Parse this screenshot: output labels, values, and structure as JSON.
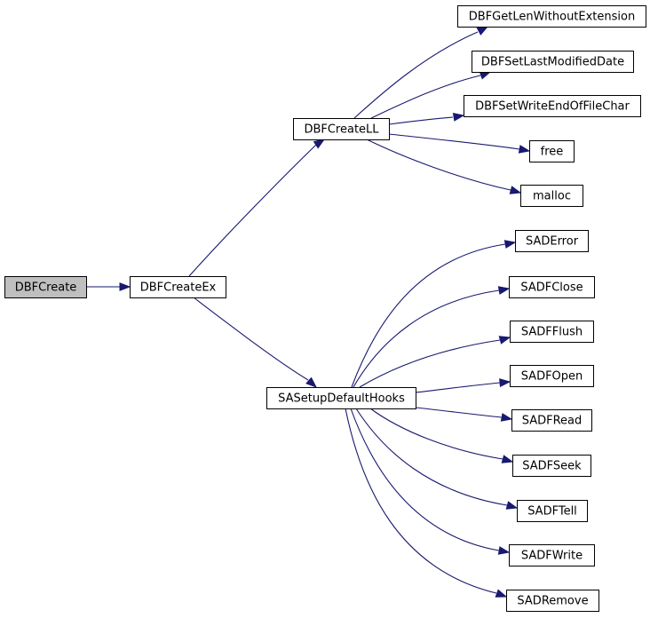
{
  "graph": {
    "nodes": [
      {
        "id": "DBFCreate",
        "label": "DBFCreate",
        "root": true
      },
      {
        "id": "DBFCreateEx",
        "label": "DBFCreateEx"
      },
      {
        "id": "DBFCreateLL",
        "label": "DBFCreateLL"
      },
      {
        "id": "SASetupDefaultHooks",
        "label": "SASetupDefaultHooks"
      },
      {
        "id": "DBFGetLenWithoutExtension",
        "label": "DBFGetLenWithoutExtension"
      },
      {
        "id": "DBFSetLastModifiedDate",
        "label": "DBFSetLastModifiedDate"
      },
      {
        "id": "DBFSetWriteEndOfFileChar",
        "label": "DBFSetWriteEndOfFileChar"
      },
      {
        "id": "free",
        "label": "free"
      },
      {
        "id": "malloc",
        "label": "malloc"
      },
      {
        "id": "SADError",
        "label": "SADError"
      },
      {
        "id": "SADFClose",
        "label": "SADFClose"
      },
      {
        "id": "SADFFlush",
        "label": "SADFFlush"
      },
      {
        "id": "SADFOpen",
        "label": "SADFOpen"
      },
      {
        "id": "SADFRead",
        "label": "SADFRead"
      },
      {
        "id": "SADFSeek",
        "label": "SADFSeek"
      },
      {
        "id": "SADFTell",
        "label": "SADFTell"
      },
      {
        "id": "SADFWrite",
        "label": "SADFWrite"
      },
      {
        "id": "SADRemove",
        "label": "SADRemove"
      }
    ],
    "edges": [
      [
        "DBFCreate",
        "DBFCreateEx"
      ],
      [
        "DBFCreateEx",
        "DBFCreateLL"
      ],
      [
        "DBFCreateEx",
        "SASetupDefaultHooks"
      ],
      [
        "DBFCreateLL",
        "DBFGetLenWithoutExtension"
      ],
      [
        "DBFCreateLL",
        "DBFSetLastModifiedDate"
      ],
      [
        "DBFCreateLL",
        "DBFSetWriteEndOfFileChar"
      ],
      [
        "DBFCreateLL",
        "free"
      ],
      [
        "DBFCreateLL",
        "malloc"
      ],
      [
        "SASetupDefaultHooks",
        "SADError"
      ],
      [
        "SASetupDefaultHooks",
        "SADFClose"
      ],
      [
        "SASetupDefaultHooks",
        "SADFFlush"
      ],
      [
        "SASetupDefaultHooks",
        "SADFOpen"
      ],
      [
        "SASetupDefaultHooks",
        "SADFRead"
      ],
      [
        "SASetupDefaultHooks",
        "SADFSeek"
      ],
      [
        "SASetupDefaultHooks",
        "SADFTell"
      ],
      [
        "SASetupDefaultHooks",
        "SADFWrite"
      ],
      [
        "SASetupDefaultHooks",
        "SADRemove"
      ]
    ],
    "colors": {
      "edge": "#191970",
      "root_fill": "#bfbfbf",
      "node_fill": "#ffffff",
      "node_border": "#000000"
    }
  }
}
